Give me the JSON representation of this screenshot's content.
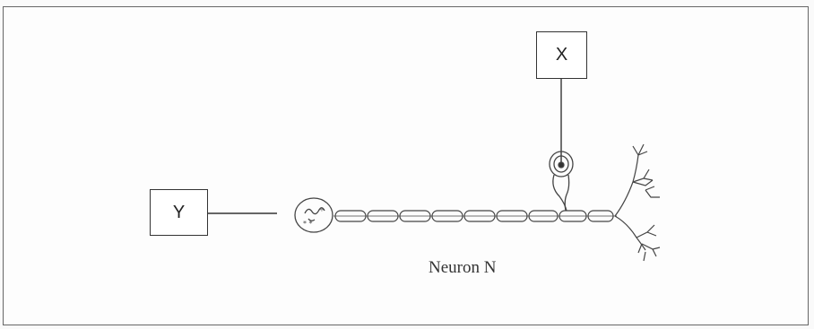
{
  "diagram": {
    "label_x": "X",
    "label_y": "Y",
    "caption": "Neuron N"
  }
}
